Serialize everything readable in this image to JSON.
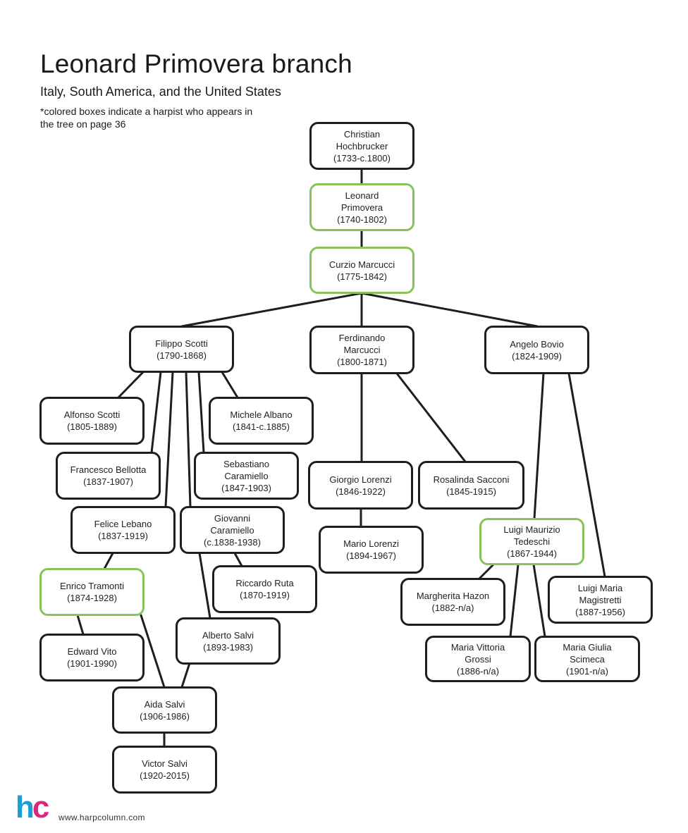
{
  "header": {
    "title": "Leonard Primovera branch",
    "subtitle": "Italy, South America, and the United States",
    "note": "*colored boxes indicate a harpist who appears in the tree on page 36"
  },
  "colors": {
    "border": "#1e1e1e",
    "highlight": "#86c45a",
    "logo_h": "#1b9ed8",
    "logo_c": "#d8287c"
  },
  "nodes": [
    {
      "id": "hochbrucker",
      "lines": [
        "Christian",
        "Hochbrucker",
        "(1733-c.1800)"
      ],
      "highlight": false
    },
    {
      "id": "primovera",
      "lines": [
        "Leonard",
        "Primovera",
        "(1740-1802)"
      ],
      "highlight": true
    },
    {
      "id": "marcucci-curzio",
      "lines": [
        "Curzio Marcucci",
        "(1775-1842)"
      ],
      "highlight": true
    },
    {
      "id": "scotti-filippo",
      "lines": [
        "Filippo Scotti",
        "(1790-1868)"
      ],
      "highlight": false
    },
    {
      "id": "marcucci-ferdinando",
      "lines": [
        "Ferdinando",
        "Marcucci",
        "(1800-1871)"
      ],
      "highlight": false
    },
    {
      "id": "bovio",
      "lines": [
        "Angelo Bovio",
        "(1824-1909)"
      ],
      "highlight": false
    },
    {
      "id": "scotti-alfonso",
      "lines": [
        "Alfonso Scotti",
        "(1805-1889)"
      ],
      "highlight": false
    },
    {
      "id": "albano",
      "lines": [
        "Michele Albano",
        "(1841-c.1885)"
      ],
      "highlight": false
    },
    {
      "id": "bellotta",
      "lines": [
        "Francesco Bellotta",
        "(1837-1907)"
      ],
      "highlight": false
    },
    {
      "id": "caramiello-sebastiano",
      "lines": [
        "Sebastiano",
        "Caramiello",
        "(1847-1903)"
      ],
      "highlight": false
    },
    {
      "id": "lebano",
      "lines": [
        "Felice Lebano",
        "(1837-1919)"
      ],
      "highlight": false
    },
    {
      "id": "caramiello-giovanni",
      "lines": [
        "Giovanni",
        "Caramiello",
        "(c.1838-1938)"
      ],
      "highlight": false
    },
    {
      "id": "tramonti",
      "lines": [
        "Enrico Tramonti",
        "(1874-1928)"
      ],
      "highlight": true
    },
    {
      "id": "ruta",
      "lines": [
        "Riccardo Ruta",
        "(1870-1919)"
      ],
      "highlight": false
    },
    {
      "id": "vito",
      "lines": [
        "Edward Vito",
        "(1901-1990)"
      ],
      "highlight": false
    },
    {
      "id": "salvi-alberto",
      "lines": [
        "Alberto Salvi",
        "(1893-1983)"
      ],
      "highlight": false
    },
    {
      "id": "salvi-aida",
      "lines": [
        "Aida Salvi",
        "(1906-1986)"
      ],
      "highlight": false
    },
    {
      "id": "salvi-victor",
      "lines": [
        "Victor Salvi",
        "(1920-2015)"
      ],
      "highlight": false
    },
    {
      "id": "lorenzi-giorgio",
      "lines": [
        "Giorgio Lorenzi",
        "(1846-1922)"
      ],
      "highlight": false
    },
    {
      "id": "sacconi",
      "lines": [
        "Rosalinda Sacconi",
        "(1845-1915)"
      ],
      "highlight": false
    },
    {
      "id": "lorenzi-mario",
      "lines": [
        "Mario Lorenzi",
        "(1894-1967)"
      ],
      "highlight": false
    },
    {
      "id": "tedeschi",
      "lines": [
        "Luigi Maurizio",
        "Tedeschi",
        "(1867-1944)"
      ],
      "highlight": true
    },
    {
      "id": "hazon",
      "lines": [
        "Margherita Hazon",
        "(1882-n/a)"
      ],
      "highlight": false
    },
    {
      "id": "magistretti",
      "lines": [
        "Luigi Maria",
        "Magistretti",
        "(1887-1956)"
      ],
      "highlight": false
    },
    {
      "id": "grossi",
      "lines": [
        "Maria Vittoria",
        "Grossi",
        "(1886-n/a)"
      ],
      "highlight": false
    },
    {
      "id": "scimeca",
      "lines": [
        "Maria Giulia",
        "Scimeca",
        "(1901-n/a)"
      ],
      "highlight": false
    }
  ],
  "footer": {
    "logo_h": "h",
    "logo_c": "c",
    "url": "www.harpcolumn.com"
  }
}
